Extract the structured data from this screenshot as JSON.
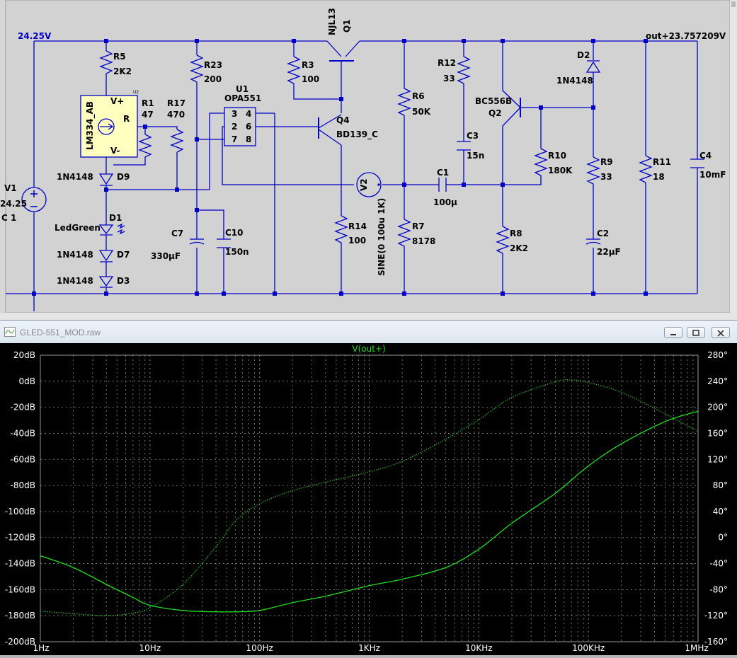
{
  "schematic": {
    "nets": {
      "vin": "24.25V",
      "vout": "out+23.757209V"
    },
    "components": [
      {
        "ref": "R5",
        "value": "2K2"
      },
      {
        "ref": "R23",
        "value": "200"
      },
      {
        "ref": "R3",
        "value": "100"
      },
      {
        "ref": "Q1",
        "value": "NJL13"
      },
      {
        "ref": "R6",
        "value": "50K"
      },
      {
        "ref": "R12",
        "value": "33"
      },
      {
        "ref": "BC556B",
        "value": "Q2"
      },
      {
        "ref": "D2",
        "value": "1N4148"
      },
      {
        "ref": "LM334_AB",
        "value": "U2"
      },
      {
        "ref": "R1",
        "value": "47"
      },
      {
        "ref": "R17",
        "value": "470"
      },
      {
        "ref": "U1",
        "value": "OPA551"
      },
      {
        "ref": "Q4",
        "value": "BD139_C"
      },
      {
        "ref": "C3",
        "value": "15n"
      },
      {
        "ref": "R10",
        "value": "180K"
      },
      {
        "ref": "R9",
        "value": "33"
      },
      {
        "ref": "R11",
        "value": "18"
      },
      {
        "ref": "C4",
        "value": "10mF"
      },
      {
        "ref": "V1",
        "value": "24.25"
      },
      {
        "ref": "D9",
        "value": "1N4148"
      },
      {
        "ref": "D1",
        "value": "LedGreen"
      },
      {
        "ref": "D7",
        "value": "1N4148"
      },
      {
        "ref": "D3",
        "value": "1N4148"
      },
      {
        "ref": "C7",
        "value": "330µF"
      },
      {
        "ref": "C10",
        "value": "150n"
      },
      {
        "ref": "V2",
        "value": "SINE(0 100u 1K)"
      },
      {
        "ref": "R14",
        "value": "100"
      },
      {
        "ref": "R7",
        "value": "8178"
      },
      {
        "ref": "C1",
        "value": "100µ"
      },
      {
        "ref": "R8",
        "value": "2K2"
      },
      {
        "ref": "C2",
        "value": "22µF"
      }
    ],
    "pins": [
      "V+",
      "R",
      "V-",
      "3",
      "4",
      "2",
      "6",
      "7",
      "8"
    ],
    "misc": {
      "v1_extra": "C 1"
    }
  },
  "plot_window": {
    "title": "GLED-551_MOD.raw",
    "buttons": {
      "minimize": "minimize-icon",
      "maximize": "maximize-icon",
      "close": "close-icon"
    }
  },
  "chart_data": {
    "type": "line",
    "title": "V(out+)",
    "x_scale": "log",
    "xlim": [
      1,
      1000000
    ],
    "x_ticks": [
      "1Hz",
      "10Hz",
      "100Hz",
      "1KHz",
      "10KHz",
      "100KHz",
      "1MHz"
    ],
    "y_left_ticks": [
      "20dB",
      "0dB",
      "-20dB",
      "-40dB",
      "-60dB",
      "-80dB",
      "-100dB",
      "-120dB",
      "-140dB",
      "-160dB",
      "-180dB",
      "-200dB"
    ],
    "y_left_lim": [
      -200,
      20
    ],
    "y_right_ticks": [
      "280°",
      "240°",
      "200°",
      "160°",
      "120°",
      "80°",
      "40°",
      "0°",
      "-40°",
      "-80°",
      "-120°",
      "-160°"
    ],
    "y_right_lim": [
      -160,
      280
    ],
    "grid": true,
    "colors": {
      "background": "#000000",
      "trace": "#22dd22",
      "grid": "#8a8a8a"
    },
    "series": [
      {
        "name": "magnitude",
        "axis": "left",
        "points": [
          [
            1,
            -134
          ],
          [
            2,
            -143
          ],
          [
            4,
            -156
          ],
          [
            7,
            -166
          ],
          [
            10,
            -172
          ],
          [
            20,
            -176
          ],
          [
            40,
            -177
          ],
          [
            60,
            -177
          ],
          [
            100,
            -176
          ],
          [
            200,
            -170
          ],
          [
            400,
            -165
          ],
          [
            1000,
            -157
          ],
          [
            2000,
            -152
          ],
          [
            5000,
            -143
          ],
          [
            10000,
            -129
          ],
          [
            20000,
            -109
          ],
          [
            50000,
            -86
          ],
          [
            100000,
            -65
          ],
          [
            200000,
            -48
          ],
          [
            500000,
            -31
          ],
          [
            1000000,
            -23
          ]
        ]
      },
      {
        "name": "phase",
        "axis": "right",
        "style": "dotted",
        "points": [
          [
            1,
            -113
          ],
          [
            2,
            -117
          ],
          [
            4,
            -120
          ],
          [
            7,
            -116
          ],
          [
            10,
            -108
          ],
          [
            20,
            -72
          ],
          [
            40,
            -14
          ],
          [
            60,
            25
          ],
          [
            100,
            52
          ],
          [
            200,
            72
          ],
          [
            400,
            85
          ],
          [
            1000,
            101
          ],
          [
            2000,
            117
          ],
          [
            5000,
            151
          ],
          [
            10000,
            181
          ],
          [
            20000,
            215
          ],
          [
            50000,
            239
          ],
          [
            70000,
            242
          ],
          [
            100000,
            238
          ],
          [
            200000,
            223
          ],
          [
            500000,
            190
          ],
          [
            1000000,
            163
          ]
        ]
      }
    ]
  }
}
